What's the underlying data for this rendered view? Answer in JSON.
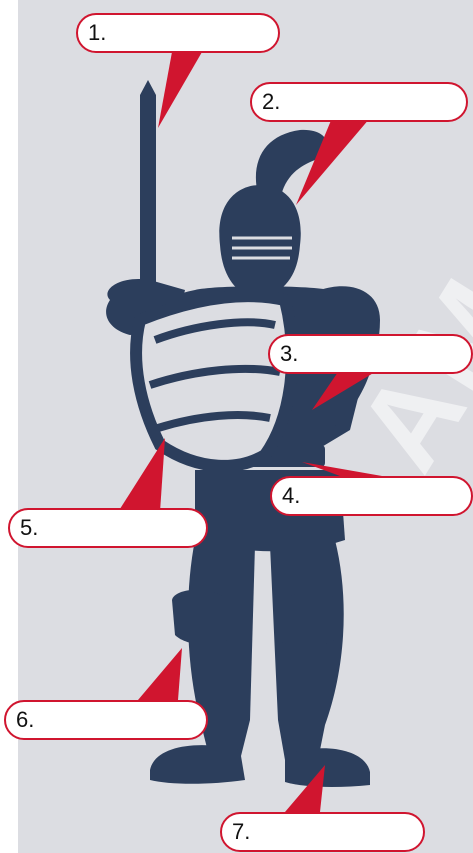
{
  "diagram": {
    "labels": [
      {
        "id": "1",
        "text": "1."
      },
      {
        "id": "2",
        "text": "2."
      },
      {
        "id": "3",
        "text": "3."
      },
      {
        "id": "4",
        "text": "4."
      },
      {
        "id": "5",
        "text": "5."
      },
      {
        "id": "6",
        "text": "6."
      },
      {
        "id": "7",
        "text": "7."
      }
    ],
    "watermark": "AM"
  },
  "colors": {
    "panel": "#dcdde2",
    "knight": "#2c3e5c",
    "pointer": "#d0152f",
    "label_border": "#d0152f"
  }
}
